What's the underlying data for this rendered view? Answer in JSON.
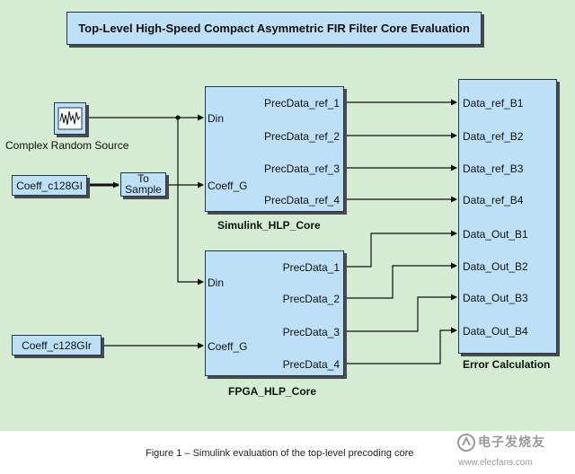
{
  "title": "Top-Level High-Speed Compact Asymmetric FIR Filter Core Evaluation",
  "source_block": {
    "label": "Complex Random Source",
    "icon": "random-signal-scope-icon"
  },
  "coeff_blocks": {
    "coeff1": "Coeff_c128GI",
    "coeff2": "Coeff_c128GIr"
  },
  "to_sample": {
    "line1": "To",
    "line2": "Sample"
  },
  "simulink_core": {
    "name": "Simulink_HLP_Core",
    "inputs": [
      "Din",
      "Coeff_G"
    ],
    "outputs": [
      "PrecData_ref_1",
      "PrecData_ref_2",
      "PrecData_ref_3",
      "PrecData_ref_4"
    ]
  },
  "fpga_core": {
    "name": "FPGA_HLP_Core",
    "inputs": [
      "Din",
      "Coeff_G"
    ],
    "outputs": [
      "PrecData_1",
      "PrecData_2",
      "PrecData_3",
      "PrecData_4"
    ]
  },
  "error_block": {
    "name": "Error Calculation",
    "inputs": [
      "Data_ref_B1",
      "Data_ref_B2",
      "Data_ref_B3",
      "Data_ref_B4",
      "Data_Out_B1",
      "Data_Out_B2",
      "Data_Out_B3",
      "Data_Out_B4"
    ]
  },
  "caption": "Figure 1 – Simulink evaluation of the top-level precoding core",
  "watermark": {
    "text": "电子发烧友",
    "url": "www.elecfans.com"
  },
  "colors": {
    "background": "#d4ecd1",
    "block_fill": "#bde0f6",
    "wire": "#111111"
  }
}
